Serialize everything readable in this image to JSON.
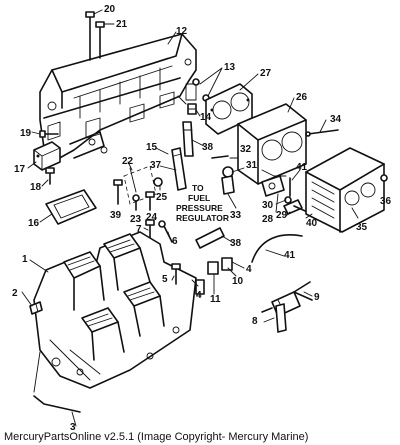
{
  "callouts": {
    "c1": "1",
    "c2": "2",
    "c3": "3",
    "c4": "4",
    "c5": "5",
    "c6": "6",
    "c7": "7",
    "c8": "8",
    "c9": "9",
    "c10": "10",
    "c11": "11",
    "c12": "12",
    "c13": "13",
    "c14": "14",
    "c15": "15",
    "c16": "16",
    "c17": "17",
    "c18": "18",
    "c19": "19",
    "c20": "20",
    "c21": "21",
    "c22": "22",
    "c23": "23",
    "c24": "24",
    "c25": "25",
    "c26": "26",
    "c27": "27",
    "c28": "28",
    "c29": "29",
    "c30": "30",
    "c31": "31",
    "c32": "32",
    "c33": "33",
    "c34": "34",
    "c35": "35",
    "c36": "36",
    "c37": "37",
    "c38": "38",
    "c38b": "38",
    "c39": "39",
    "c40": "40",
    "c41": "41",
    "c41b": "41"
  },
  "note": {
    "line1": "TO",
    "line2": "FUEL",
    "line3": "PRESSURE",
    "line4": "REGULATOR"
  },
  "footer": "MercuryPartsOnline v2.5.1 (Image Copyright- Mercury Marine)"
}
